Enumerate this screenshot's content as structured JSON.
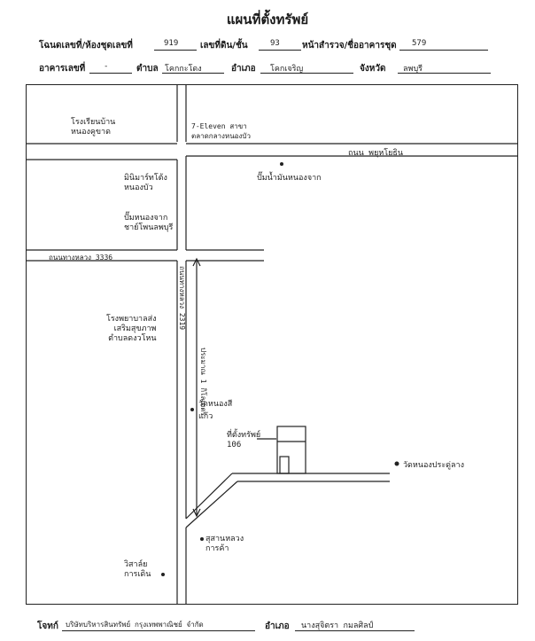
{
  "header": {
    "title": "แผนที่ตั้งทรัพย์",
    "deed_label": "โฉนดเลขที่/ห้องชุดเลขที่",
    "deed_value": "919",
    "land_no_label": "เลขที่ดิน/ชั้น",
    "land_no_value": "93",
    "survey_label": "หน้าสำรวจ/ชื่ออาคารชุด",
    "survey_value": "579",
    "building_label": "อาคารเลขที่",
    "building_value": "-",
    "subdistrict_label": "ตำบล",
    "subdistrict_value": "โคกกะโดง",
    "district_label": "อำเภอ",
    "district_value": "โคกเจริญ",
    "province_label": "จังหวัด",
    "province_value": "ลพบุรี"
  },
  "map": {
    "labels": {
      "school_top": "โรงเรียนบ้าน\nหนองคูขาด",
      "seven_eleven": "7-Eleven สาขา\nตลาดกลางหนองบัว",
      "road_main": "ถนน พยุหโยธิน",
      "local_shop": "มินิมาร์ทโต้ง\nหนองบัว",
      "gas_station": "ปั๊มน้ำมันหนองจาก",
      "market": "ปั๊มหนองจาก\nชาย์โพนลพบุรี",
      "highway_label": "ถนนทางหลวง 3336",
      "road_vertical": "ถนนทางหลวง 2319",
      "school_mid": "โรงพยาบาลส่ง\nเสริมสุขภาพ\nตำบลดงวโหน",
      "temple_nong": "วัดหนองสีแก้ว",
      "distance": "ประมาณ 1 กิโลเมตร",
      "property": "ที่ตั้งทรัพย์\n106",
      "temple_right": "วัดหนองประดู่ลาง",
      "temple_bottom": "สุสานหลวง\nการค้า",
      "school_bottom": "วิสาล์ย\nการเดิน"
    }
  },
  "footer": {
    "owner_label": "โจทก์",
    "owner_value": "บริษัทบริหารสินทรัพย์ กรุงเทพพาณิชย์ จำกัด",
    "surveyor_label": "อำเภอ",
    "surveyor_value": "นางสุจิตรา กมลศิลป์"
  }
}
